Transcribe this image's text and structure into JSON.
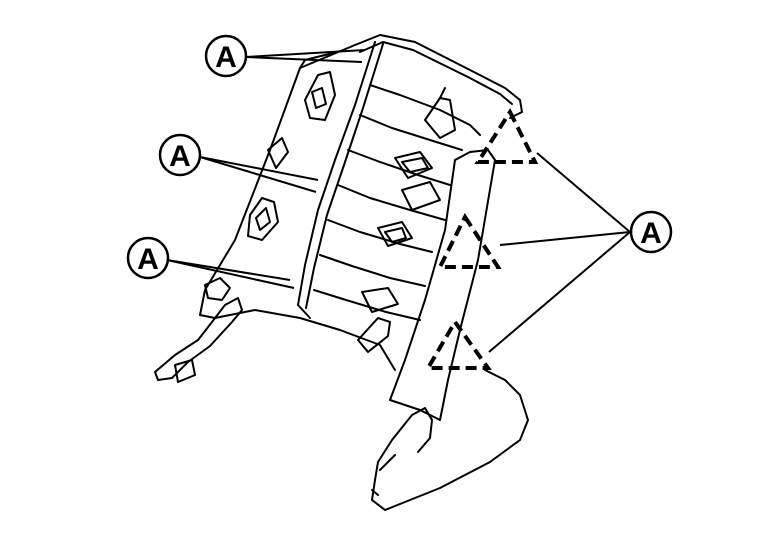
{
  "diagram": {
    "callouts": [
      {
        "id": "callout-top-left",
        "label": "A",
        "kind": "clip-metal"
      },
      {
        "id": "callout-mid-left",
        "label": "A",
        "kind": "clip-metal"
      },
      {
        "id": "callout-low-left",
        "label": "A",
        "kind": "clip-metal"
      },
      {
        "id": "callout-right",
        "label": "A",
        "kind": "pawl-triangle"
      }
    ],
    "colors": {
      "line": "#000000",
      "background": "#ffffff"
    }
  }
}
